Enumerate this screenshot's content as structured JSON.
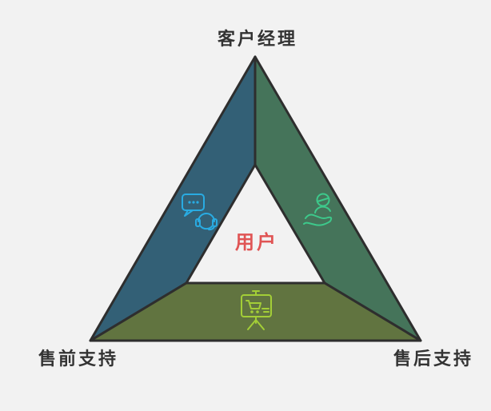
{
  "diagram": {
    "top_label": "客户经理",
    "bottom_left_label": "售前支持",
    "bottom_right_label": "售后支持",
    "center_label": "用户",
    "colors": {
      "background": "#f2f2f2",
      "outline": "#2e2e2e",
      "left_band": "#336076",
      "right_band": "#45745a",
      "bottom_band": "#617440",
      "label_text": "#333333",
      "center_text": "#e05454",
      "chat_headset_icon": "#29abe2",
      "hand_person_icon": "#3dc98b",
      "presentation_cart_icon": "#a3ce37"
    },
    "icon_names": [
      "chat-headset-icon",
      "hand-holding-person-icon",
      "presentation-cart-icon"
    ]
  }
}
